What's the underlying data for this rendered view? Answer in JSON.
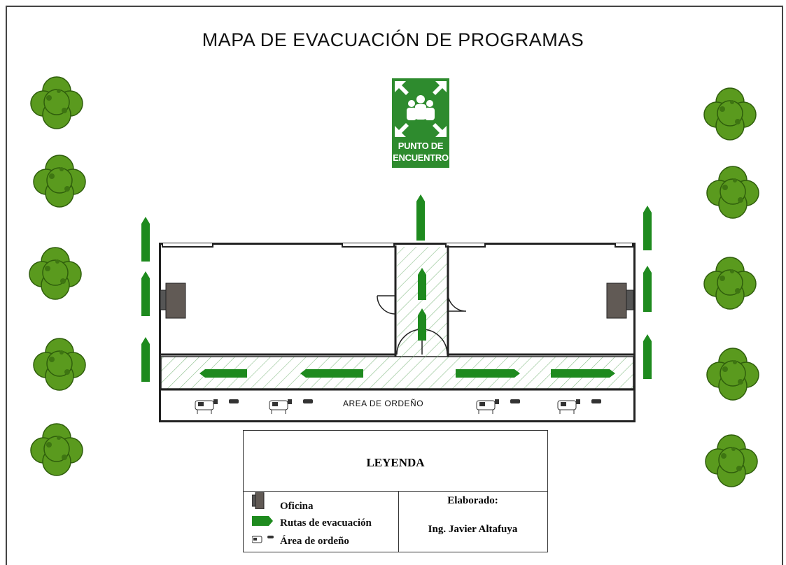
{
  "title": "MAPA DE EVACUACIÓN DE PROGRAMAS",
  "meeting_point": {
    "line1": "PUNTO DE",
    "line2": "ENCUENTRO",
    "color": "#2e8b2e"
  },
  "building": {
    "milking_area_label": "AREA DE ORDEÑO",
    "route_color": "#1e8a1e"
  },
  "legend": {
    "title": "LEYENDA",
    "items": [
      {
        "icon": "office-desk-icon",
        "label": "Oficina"
      },
      {
        "icon": "evacuation-arrow-icon",
        "label": "Rutas de evacuación"
      },
      {
        "icon": "cow-icon",
        "label": "Área de ordeño"
      }
    ],
    "elaborado_label": "Elaborado:",
    "author": "Ing. Javier Altafuya"
  },
  "tree_color": "#5a9a1e"
}
